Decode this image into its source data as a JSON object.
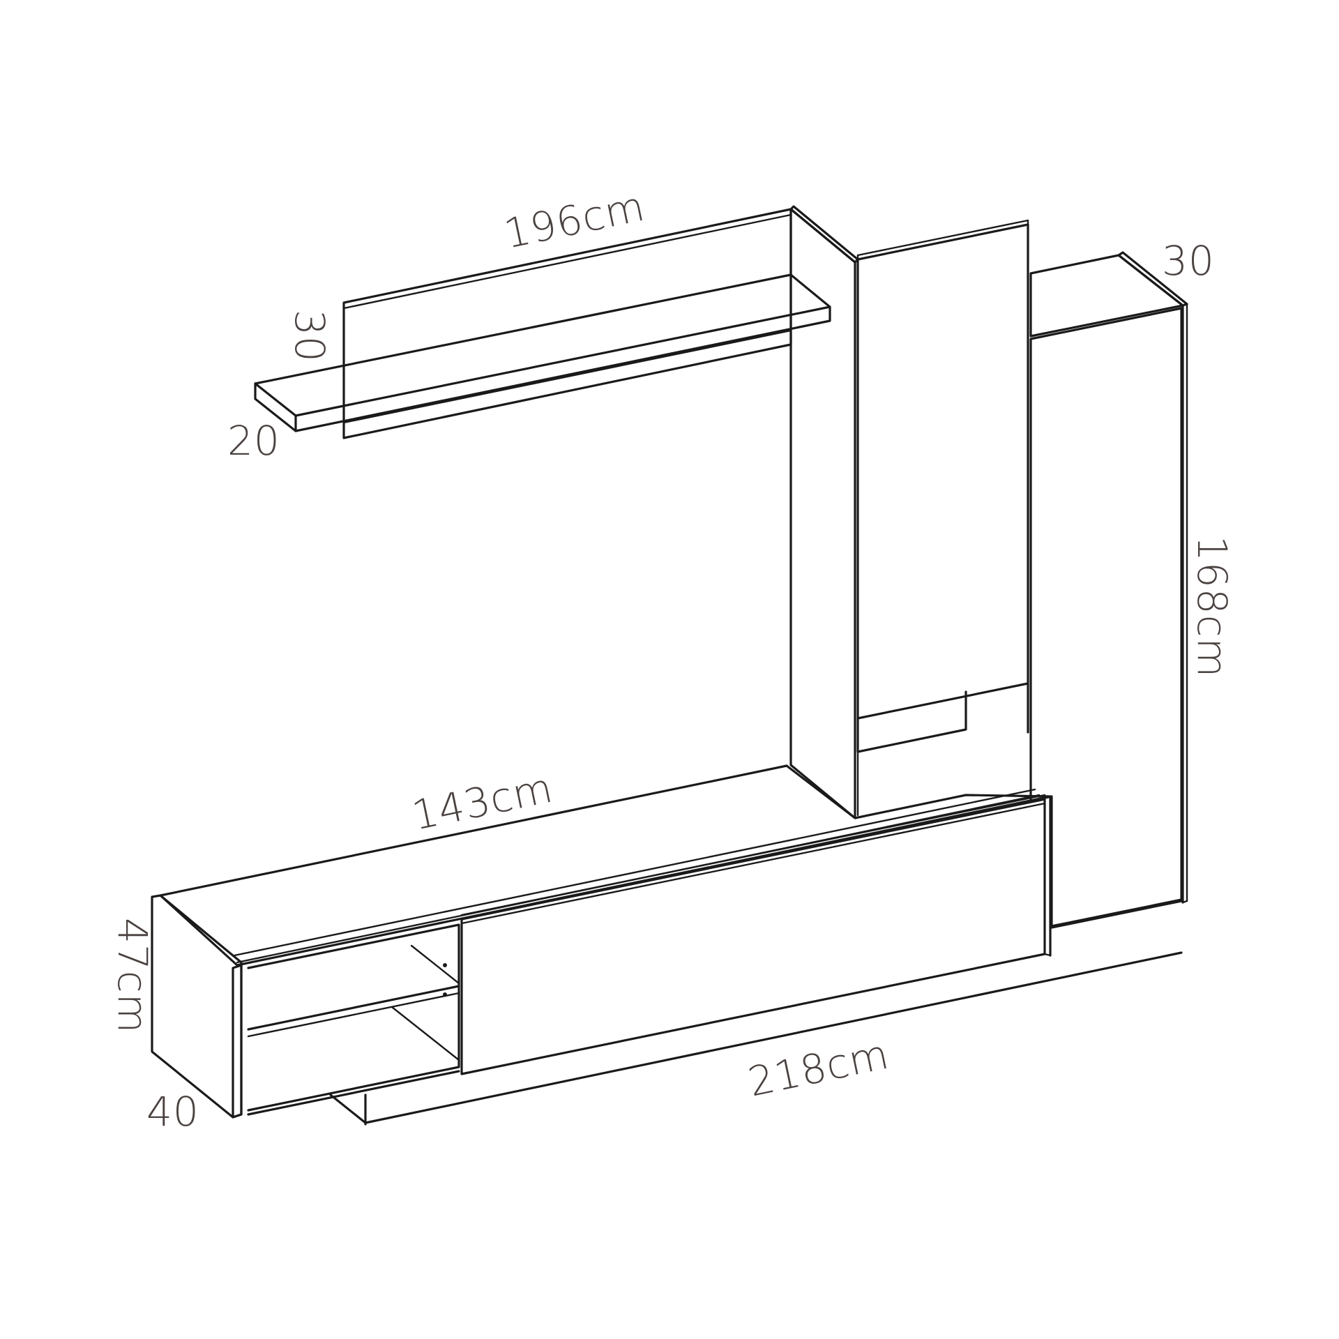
{
  "dimensions": {
    "wall_panel_width": "196cm",
    "wall_panel_height": "30",
    "shelf_depth": "20",
    "tower_depth": "30",
    "tower_height": "168cm",
    "tv_unit_width": "143cm",
    "tv_unit_height": "47cm",
    "tv_unit_depth": "40",
    "total_width": "218cm"
  },
  "colors": {
    "line": "#1a1a1a",
    "label": "#4a4240",
    "background": "#ffffff"
  }
}
